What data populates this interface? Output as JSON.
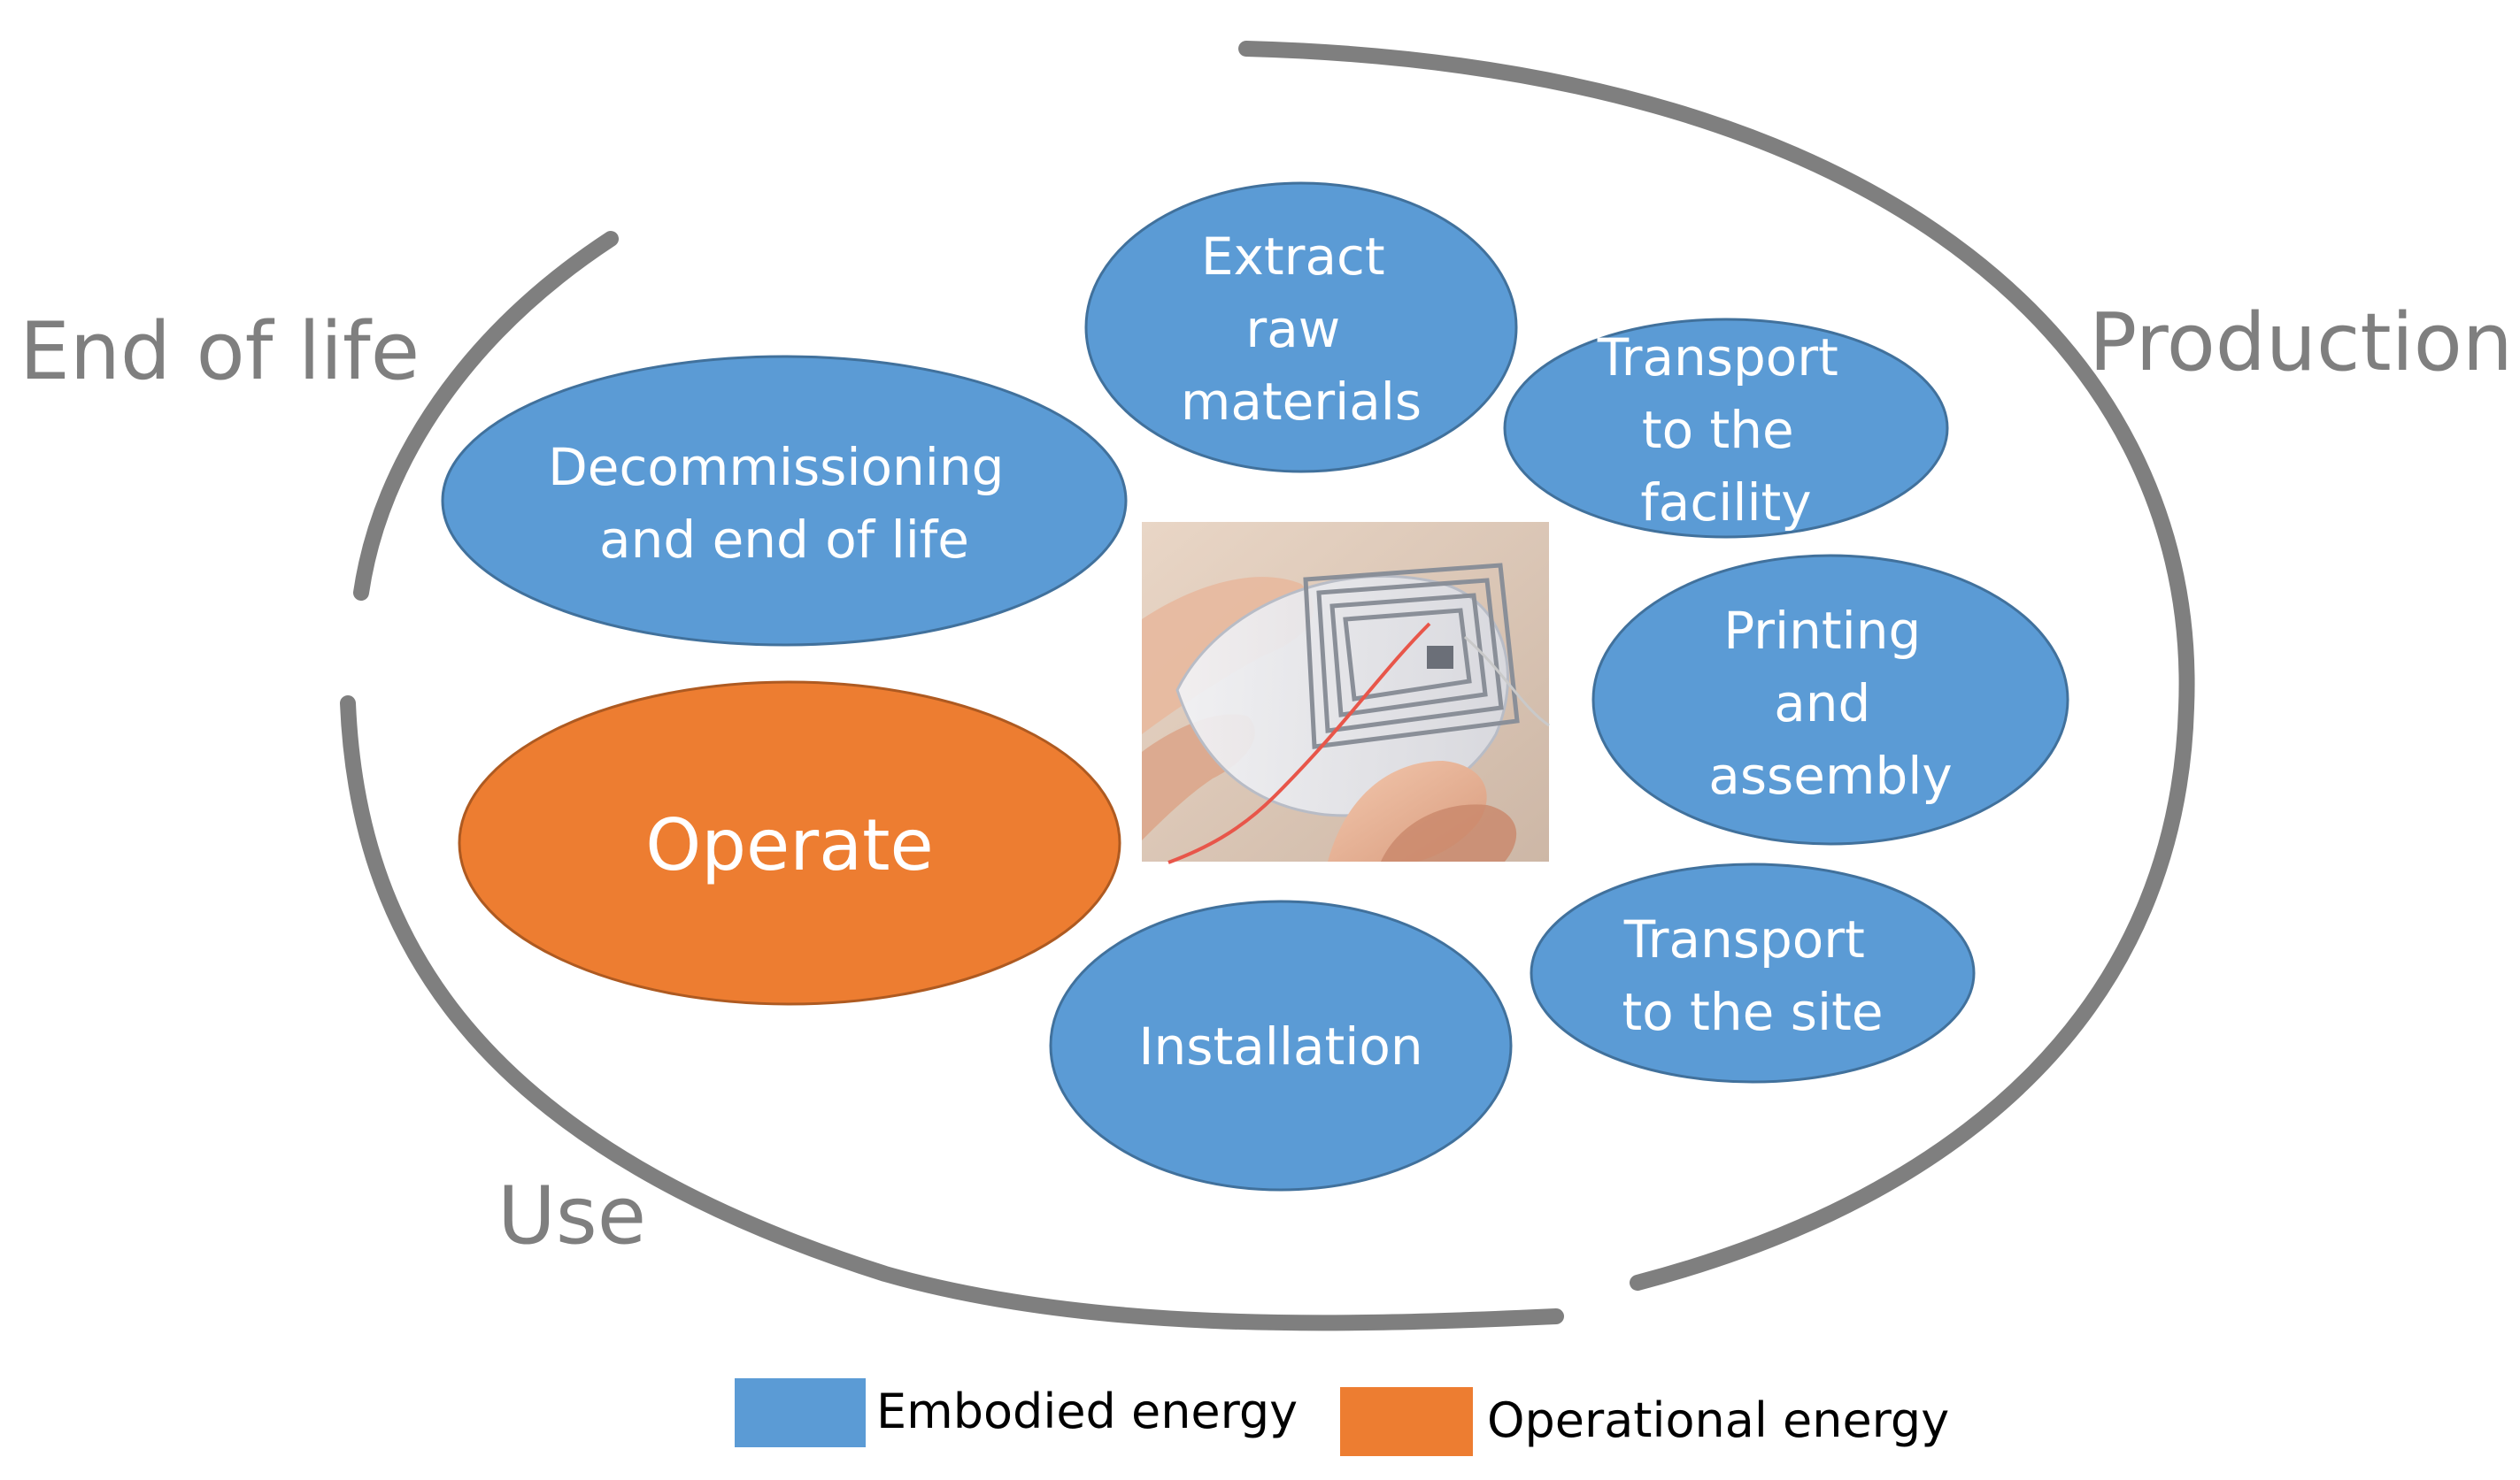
{
  "phases": {
    "end_of_life": "End of life",
    "production": "Production",
    "use": "Use"
  },
  "stages": {
    "extract": [
      "Extract",
      "raw",
      "materials"
    ],
    "transport_facility": [
      "Transport",
      "to the",
      "facility"
    ],
    "decommissioning": [
      "Decommissioning",
      "and end of life"
    ],
    "printing": [
      "Printing",
      "and",
      "assembly"
    ],
    "operate": [
      "Operate"
    ],
    "transport_site": [
      "Transport",
      "to the site"
    ],
    "installation": [
      "Installation"
    ]
  },
  "legend": {
    "embodied": "Embodied energy",
    "operational": "Operational energy"
  },
  "colors": {
    "embodied": "#5b9bd5",
    "operational": "#ed7d31",
    "ring": "#7f7f7f"
  }
}
